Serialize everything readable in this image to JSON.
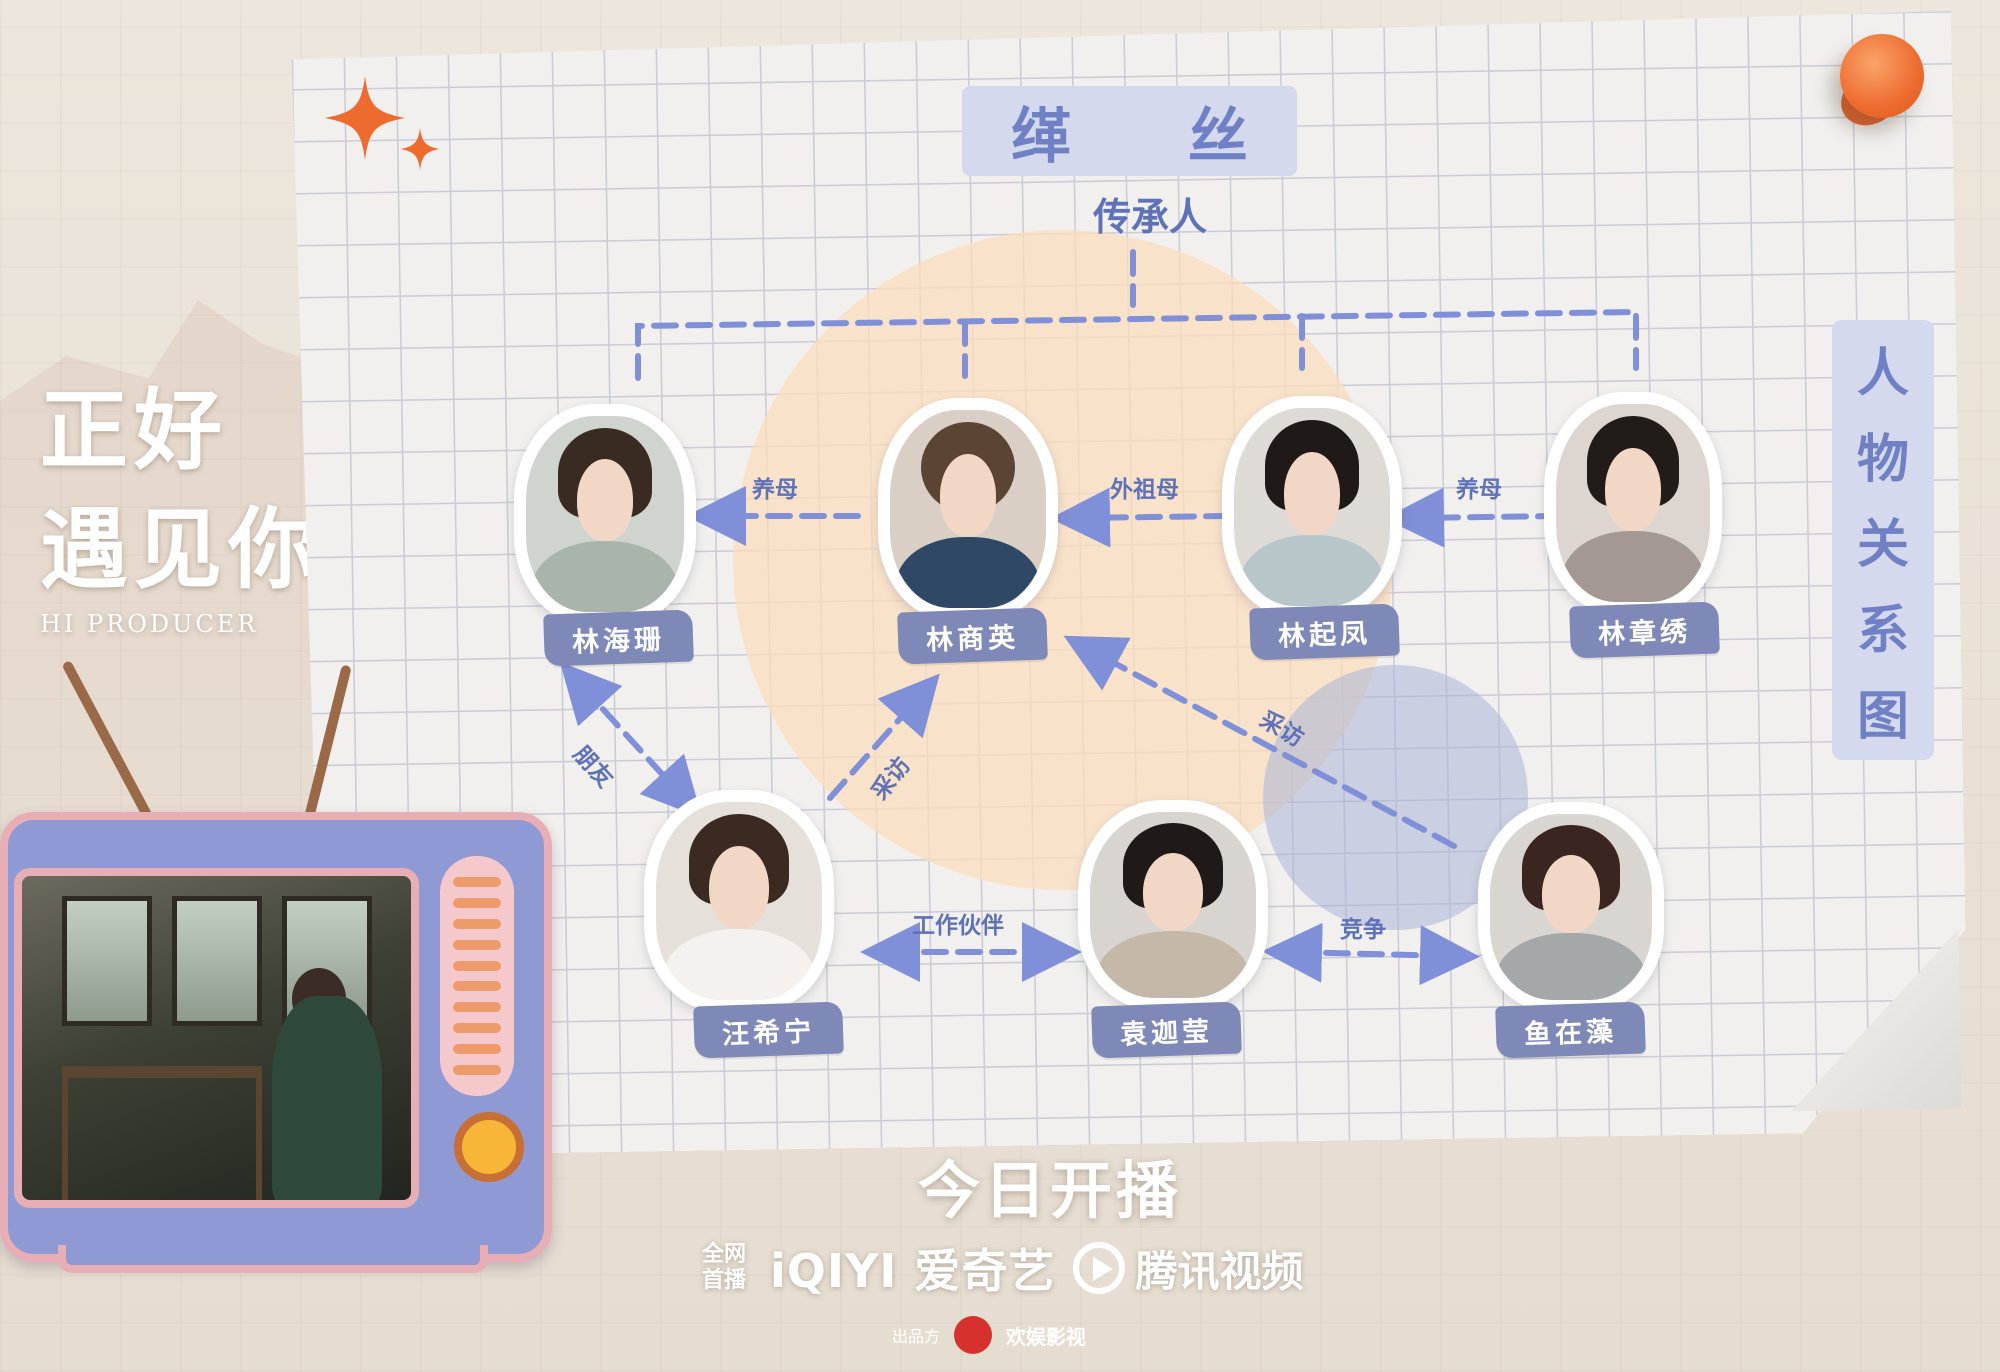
{
  "show": {
    "title_line1": "正好",
    "title_line2": "遇见你",
    "english_title": "HI PRODUCER"
  },
  "diagram": {
    "craft": "缂  丝",
    "heir_label": "传承人",
    "side_title": [
      "人",
      "物",
      "关",
      "系",
      "图"
    ]
  },
  "people": [
    {
      "id": "lin-haishan",
      "name": "林海珊"
    },
    {
      "id": "lin-shangying",
      "name": "林商英"
    },
    {
      "id": "lin-qifeng",
      "name": "林起凤"
    },
    {
      "id": "lin-zhangxiu",
      "name": "林章绣"
    },
    {
      "id": "wang-xining",
      "name": "汪希宁"
    },
    {
      "id": "yuan-jiaying",
      "name": "袁迦莹"
    },
    {
      "id": "yu-zaizao",
      "name": "鱼在藻"
    }
  ],
  "relations": [
    {
      "from": "lin-shangying",
      "to": "lin-haishan",
      "label": "养母"
    },
    {
      "from": "lin-qifeng",
      "to": "lin-shangying",
      "label": "外祖母"
    },
    {
      "from": "lin-zhangxiu",
      "to": "lin-qifeng",
      "label": "养母"
    },
    {
      "from": "lin-haishan",
      "to": "wang-xining",
      "label": "朋友"
    },
    {
      "from": "wang-xining",
      "to": "lin-shangying",
      "label": "采访"
    },
    {
      "from": "yu-zaizao",
      "to": "lin-shangying",
      "label": "采访"
    },
    {
      "from": "wang-xining",
      "to": "yuan-jiaying",
      "label": "工作伙伴"
    },
    {
      "from": "yuan-jiaying",
      "to": "yu-zaizao",
      "label": "竞争"
    }
  ],
  "footer": {
    "premiere": "今日开播",
    "network_line1": "全网",
    "network_line2": "首播",
    "platform_iqiyi": "iQIYI 爱奇艺",
    "platform_tencent": "腾讯视频",
    "producer_label": "出品方",
    "producer_name": "欢娱影视"
  },
  "colors": {
    "accent_blue": "#6f81c4",
    "line_blue": "#7f90d8",
    "name_tag": "#7e89b8",
    "orange": "#ee6b2f"
  }
}
